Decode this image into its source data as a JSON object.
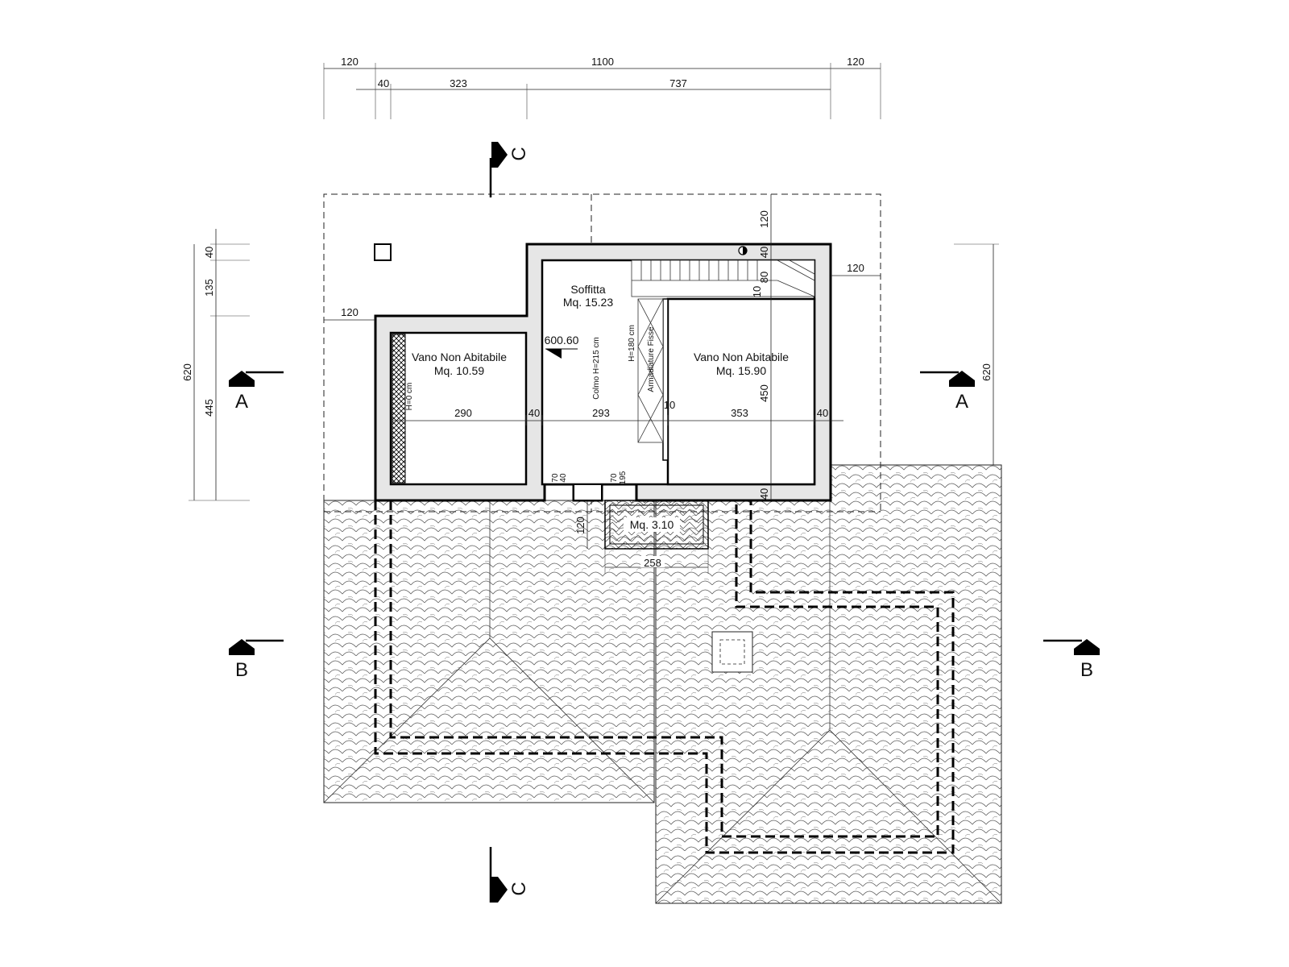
{
  "top_dimensions": {
    "row1": [
      "120",
      "1100",
      "120"
    ],
    "row2": [
      "40",
      "323",
      "737"
    ]
  },
  "left_dimensions": [
    "40",
    "135",
    "445",
    "620"
  ],
  "right_dimensions": [
    "620"
  ],
  "offset_dimensions": {
    "left_overhang": "120",
    "right_overhang": "120",
    "top_overhang": "120"
  },
  "rooms": [
    {
      "name": "Vano Non Abitabile",
      "area": "Mq. 10.59"
    },
    {
      "name": "Soffitta",
      "area": "Mq. 15.23"
    },
    {
      "name": "Vano Non Abitabile",
      "area": "Mq. 15.90"
    }
  ],
  "balcony": {
    "area": "Mq. 3.10",
    "width": "258",
    "depth": "120"
  },
  "interior_dimensions": {
    "room1_width": "290",
    "wall_a": "40",
    "room2_width": "293",
    "partition": "10",
    "room3_width": "353",
    "wall_b": "40",
    "room3_depth": "450",
    "wall_bottom": "40",
    "stair_top": "40",
    "stair_mid": "80",
    "stair_small": "10"
  },
  "annotations": {
    "level_mark": "600.60",
    "ridge_height": "Colmo H=215 cm",
    "zero_height": "H=0 cm",
    "wardrobe_height": "H=180 cm",
    "wardrobe_label": "Armadiature Fisse",
    "door_left_top": "70",
    "door_left_bottom": "40",
    "door_right_top": "70",
    "door_right_bottom": "195"
  },
  "section_marks": {
    "a": "A",
    "b": "B",
    "c": "C"
  }
}
